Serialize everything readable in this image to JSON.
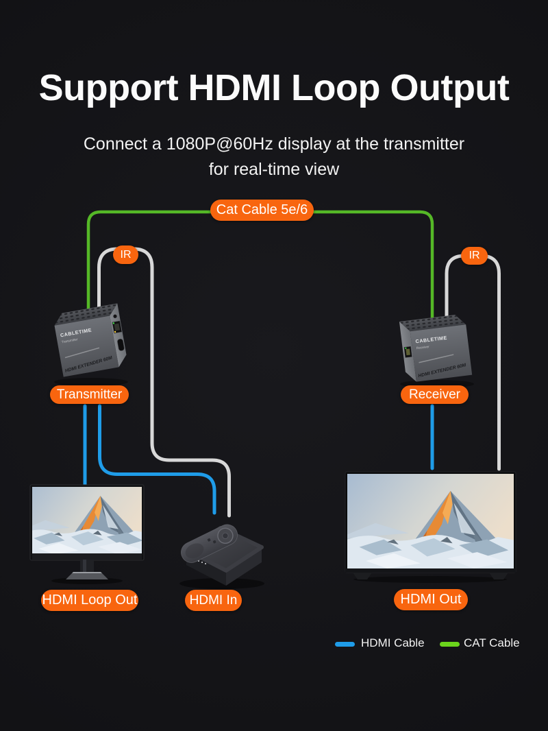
{
  "header": {
    "title": "Support HDMI Loop Output",
    "subtitle_line1": "Connect a 1080P@60Hz display at the transmitter",
    "subtitle_line2": "for real-time view"
  },
  "diagram": {
    "cat_cable_label": "Cat Cable 5e/6",
    "ir_left": "IR",
    "ir_right": "IR",
    "transmitter_label": "Transmitter",
    "receiver_label": "Receiver",
    "hdmi_loop_out_label": "HDMI Loop Out",
    "hdmi_in_label": "HDMI In",
    "hdmi_out_label": "HDMI Out",
    "device": {
      "brand": "CABLETIME",
      "transmitter_role": "Transmitter",
      "receiver_role": "Receiver",
      "panel_text": "HDMI EXTENDER 60M"
    }
  },
  "legend": {
    "items": [
      {
        "label": "HDMI Cable",
        "color": "#1f9ce8"
      },
      {
        "label": "CAT Cable",
        "color": "#6bd41c"
      }
    ]
  },
  "colors": {
    "background": "#121215",
    "accent_orange": "#f8650f",
    "hdmi_cable_blue": "#1f9ce8",
    "cat_cable_green": "#55b827",
    "ir_cable_gray": "#d8d8d8"
  }
}
